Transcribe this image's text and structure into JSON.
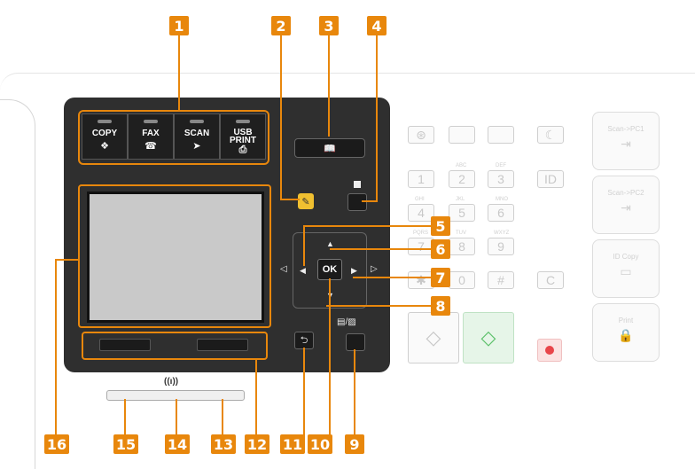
{
  "callouts": [
    "1",
    "2",
    "3",
    "4",
    "5",
    "6",
    "7",
    "8",
    "9",
    "10",
    "11",
    "12",
    "13",
    "14",
    "15",
    "16"
  ],
  "mode_buttons": [
    {
      "label": "COPY",
      "icon": "copy-icon"
    },
    {
      "label": "FAX",
      "icon": "fax-icon"
    },
    {
      "label": "SCAN",
      "icon": "scan-icon"
    },
    {
      "label": "USB PRINT",
      "icon": "usb-print-icon"
    }
  ],
  "nav": {
    "ok": "OK",
    "up": "▲",
    "down": "▼",
    "left": "◀",
    "right": "▶"
  },
  "wifi_symbol": "((ı))",
  "id_key": "ID",
  "clear_key": "C",
  "keypad": [
    {
      "num": "1",
      "sub": ""
    },
    {
      "num": "2",
      "sub": "ABC"
    },
    {
      "num": "3",
      "sub": "DEF"
    },
    {
      "num": "4",
      "sub": "GHI"
    },
    {
      "num": "5",
      "sub": "JKL"
    },
    {
      "num": "6",
      "sub": "MNO"
    },
    {
      "num": "7",
      "sub": "PQRS"
    },
    {
      "num": "8",
      "sub": "TUV"
    },
    {
      "num": "9",
      "sub": "WXYZ"
    },
    {
      "num": "✱",
      "sub": ""
    },
    {
      "num": "0",
      "sub": ""
    },
    {
      "num": "#",
      "sub": ""
    }
  ],
  "side_buttons": [
    {
      "label": "Scan->PC1",
      "icon": "scan-pc-icon"
    },
    {
      "label": "Scan->PC2",
      "icon": "scan-pc-icon"
    },
    {
      "label": "ID Copy",
      "icon": "id-copy-icon"
    },
    {
      "label": "Print",
      "icon": "secure-print-icon"
    }
  ],
  "colors": {
    "accent": "#e8870c",
    "panel": "#2f2f2f",
    "start_green": "#5cc06a",
    "stop_red": "#e8454a"
  }
}
